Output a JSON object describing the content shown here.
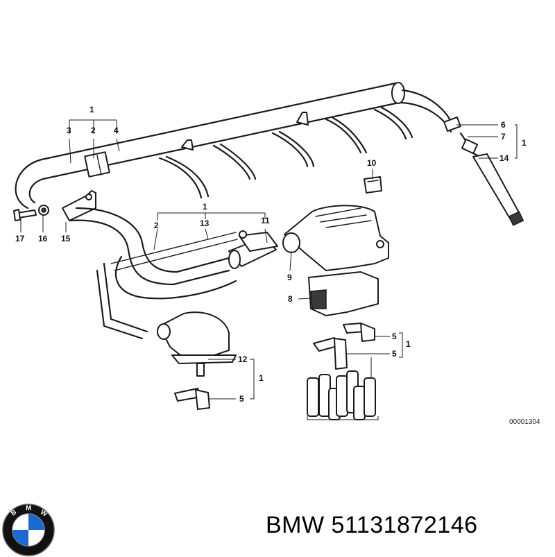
{
  "diagram": {
    "callouts": {
      "c1_top": "1",
      "c3": "3",
      "c2_top": "2",
      "c4": "4",
      "c17": "17",
      "c16": "16",
      "c15": "15",
      "c1_mid": "1",
      "c2_mid": "2",
      "c13": "13",
      "c11": "11",
      "c9": "9",
      "c8": "8",
      "c10": "10",
      "c6": "6",
      "c7": "7",
      "c1_right": "1",
      "c14": "14",
      "c5_a": "5",
      "c1_lower": "1",
      "c5_b": "5",
      "c12": "12",
      "c1_bottom": "1",
      "c5_c": "5"
    },
    "drawing_code": "00001304"
  },
  "brand": {
    "logo_letters": "BMW",
    "colors": {
      "blue": "#1c69d4",
      "ring": "#111111",
      "white": "#ffffff"
    }
  },
  "caption": "BMW 51131872146"
}
